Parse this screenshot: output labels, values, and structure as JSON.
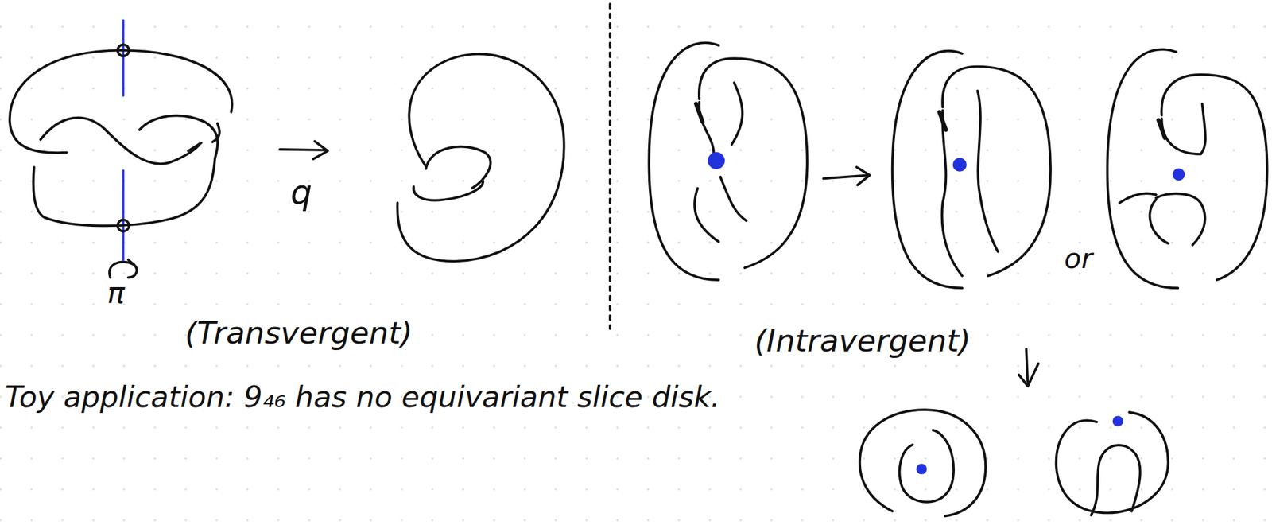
{
  "diagram": {
    "labels": [
      "q",
      "π",
      "(Transvergent)",
      "(Intravergent)",
      "or",
      "Toy application: 9₄₆ has no equivariant slice disk."
    ]
  }
}
